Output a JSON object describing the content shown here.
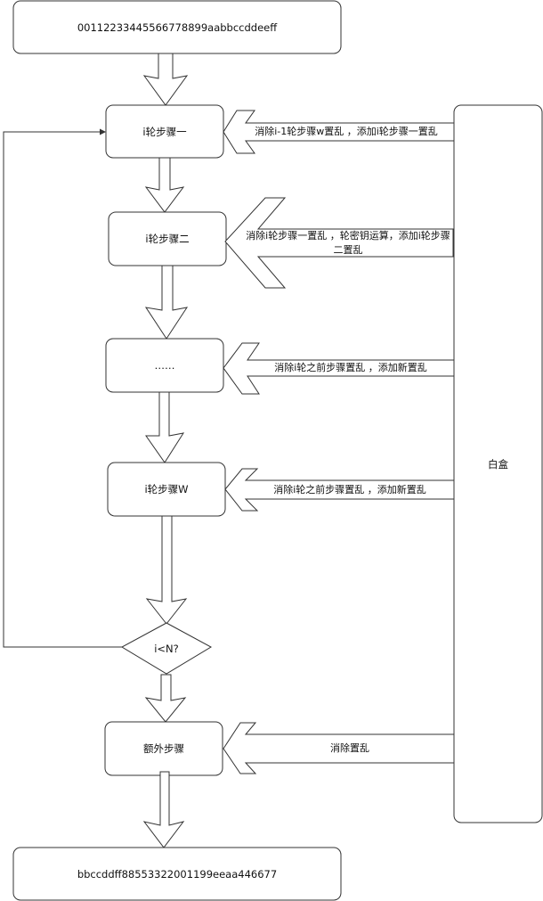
{
  "diagram": {
    "input_block": "00112233445566778899aabbccddeeff",
    "output_block": "bbccddff88553322001199eeaa446677",
    "steps": [
      {
        "label": "i轮步骤一",
        "annotation": "消除i-1轮步骤w置乱 ，添加i轮步骤一置乱"
      },
      {
        "label": "i轮步骤二",
        "annotation": "消除i轮步骤一置乱 ，轮密钥运算，添加i轮步骤二置乱"
      },
      {
        "label": "……",
        "annotation": "消除i轮之前步骤置乱 ，添加新置乱"
      },
      {
        "label": "i轮步骤W",
        "annotation": "消除i轮之前步骤置乱 ，添加新置乱"
      }
    ],
    "decision": "i<N?",
    "extra_step": {
      "label": "额外步骤",
      "annotation": "消除置乱"
    },
    "whitebox_label": "白盒"
  }
}
